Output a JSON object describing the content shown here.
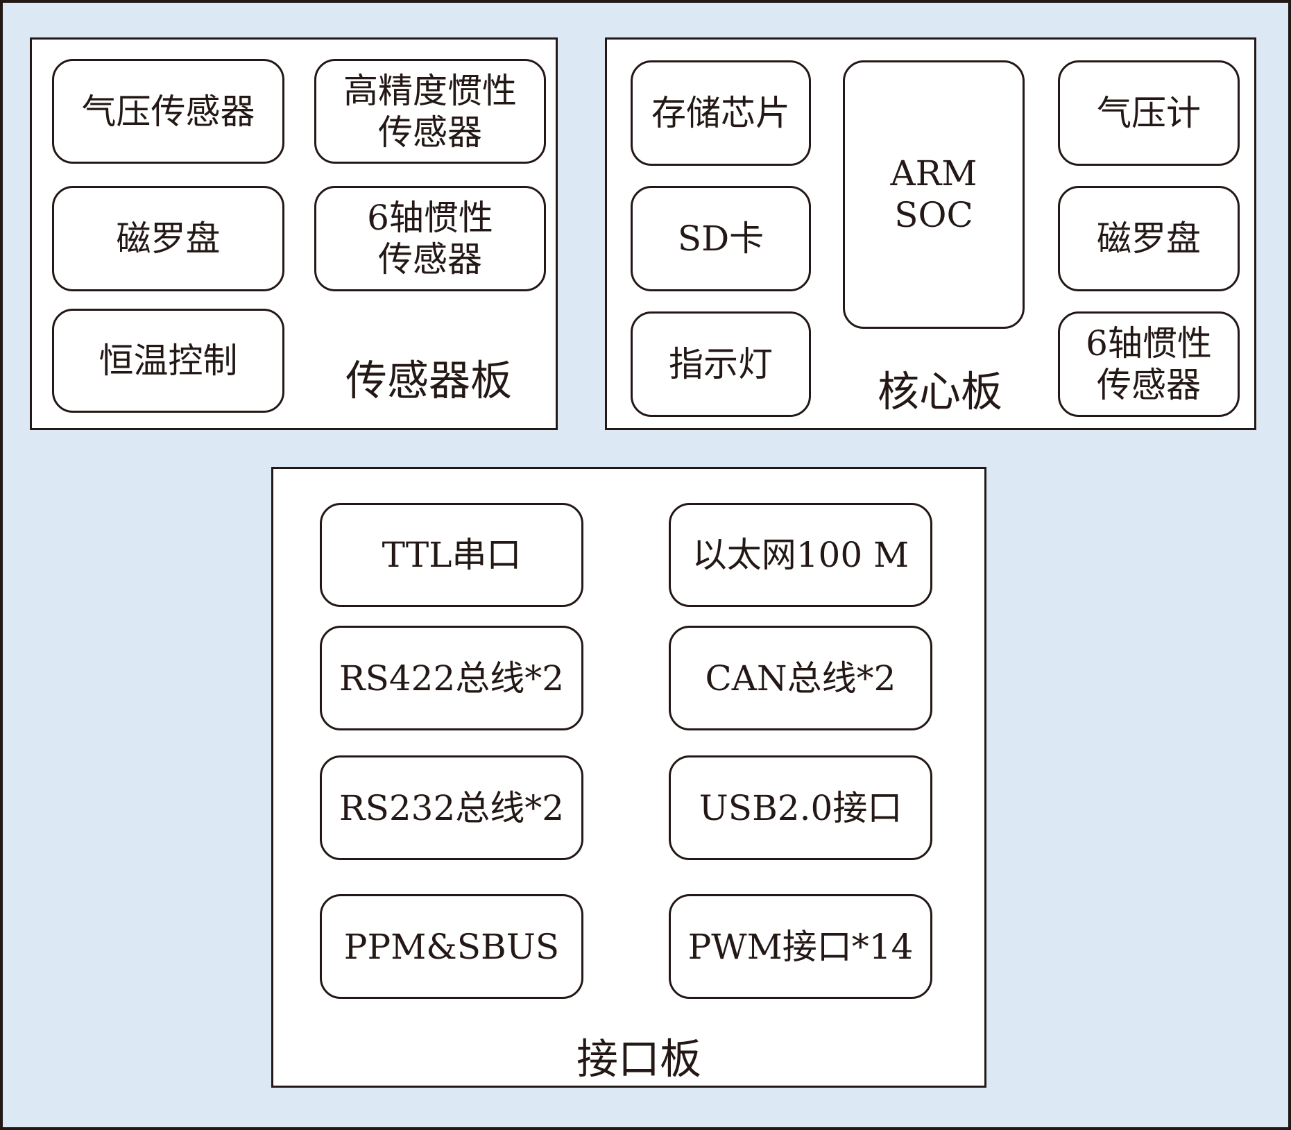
{
  "boards": {
    "sensor": {
      "title": "传感器板",
      "items": [
        "气压传感器",
        "高精度惯性\n传感器",
        "磁罗盘",
        "6轴惯性\n传感器",
        "恒温控制"
      ]
    },
    "core": {
      "title": "核心板",
      "items": [
        "存储芯片",
        "SD卡",
        "指示灯",
        "ARM\nSOC",
        "气压计",
        "磁罗盘",
        "6轴惯性\n传感器"
      ]
    },
    "interface": {
      "title": "接口板",
      "items": [
        "TTL串口",
        "以太网100 M",
        "RS422总线*2",
        "CAN总线*2",
        "RS232总线*2",
        "USB2.0接口",
        "PPM&SBUS",
        "PWM接口*14"
      ]
    }
  },
  "colors": {
    "background": "#dce8f3",
    "stroke": "#231815",
    "fill": "#ffffff"
  }
}
